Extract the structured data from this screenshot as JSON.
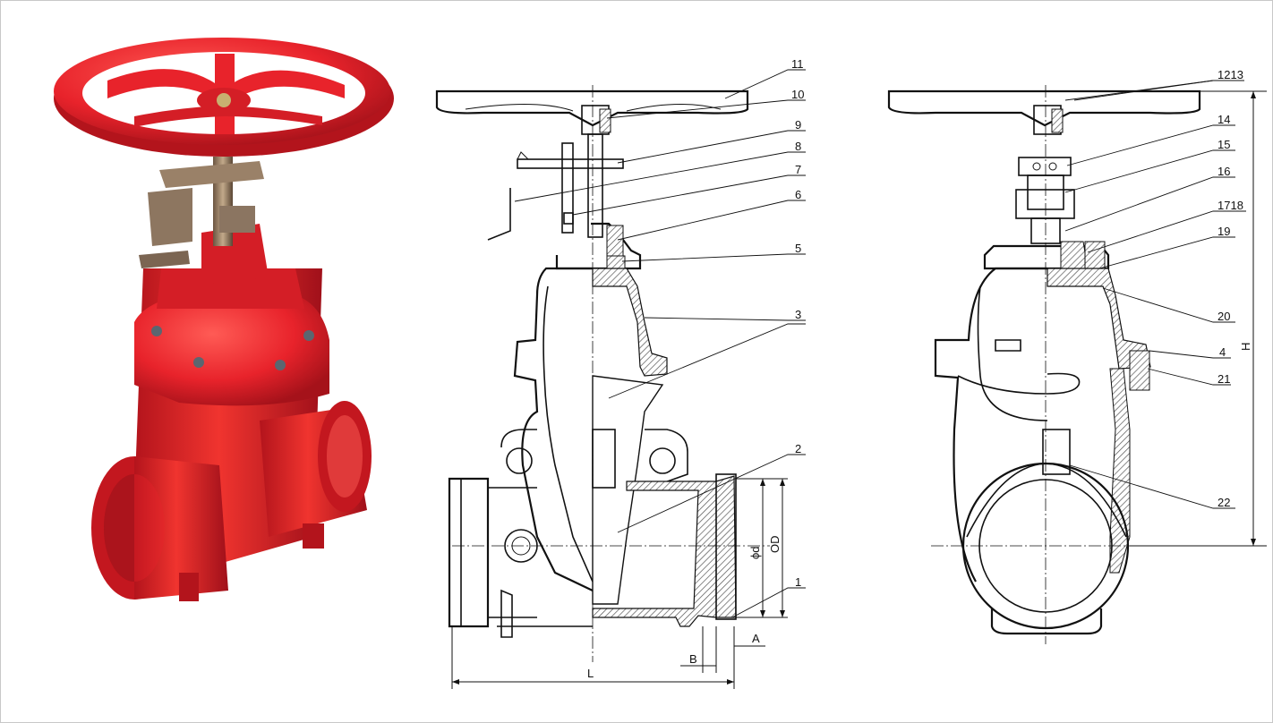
{
  "diagram": {
    "left_view_callouts": [
      "11",
      "10",
      "9",
      "8",
      "7",
      "6",
      "5",
      "3",
      "2",
      "1"
    ],
    "right_view_callouts": [
      "1213",
      "14",
      "15",
      "16",
      "1718",
      "19",
      "20",
      "4",
      "21",
      "22"
    ],
    "dimension_labels": {
      "L": "L",
      "B": "B",
      "A": "A",
      "d": "ϕd",
      "OD": "OD",
      "H": "H"
    }
  },
  "colors": {
    "valve_red": "#e8232b",
    "valve_dark_red": "#b3141c",
    "hatch": "#666666",
    "line": "#111111"
  }
}
